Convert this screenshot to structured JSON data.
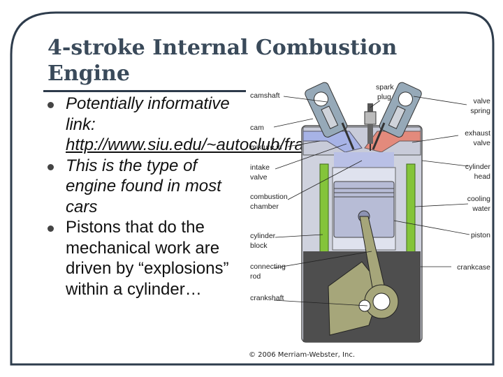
{
  "slide": {
    "title": "4-stroke Internal Combustion Engine",
    "bullets": [
      {
        "text": "Potentially informative link:",
        "link": "http://www.siu.edu/~autoclub/frange.html"
      },
      {
        "text": "This is the type of engine found in most cars"
      },
      {
        "text": "Pistons that do the mechanical work are driven by “explosions” within a cylinder…"
      }
    ]
  },
  "diagram": {
    "labels_left": [
      "camshaft",
      "cam",
      "mixture in",
      "intake",
      "valve",
      "combustion",
      "chamber",
      "cylinder",
      "block",
      "connecting",
      "rod",
      "crankshaft"
    ],
    "labels_top": [
      "spark",
      "plug"
    ],
    "labels_right": [
      "valve",
      "spring",
      "exhaust",
      "valve",
      "cylinder",
      "head",
      "cooling",
      "water",
      "piston",
      "crankcase"
    ],
    "copyright": "© 2006 Merriam-Webster, Inc.",
    "colors": {
      "block": "#cfd2de",
      "cooling": "#84c43a",
      "crankcase": "#4e4e4e",
      "crank": "#a6a67a",
      "piston": "#b7bcd6",
      "intake": "#a7b3e6",
      "exhaust": "#e38a7c",
      "valve_housing": "#96a9b8"
    }
  }
}
